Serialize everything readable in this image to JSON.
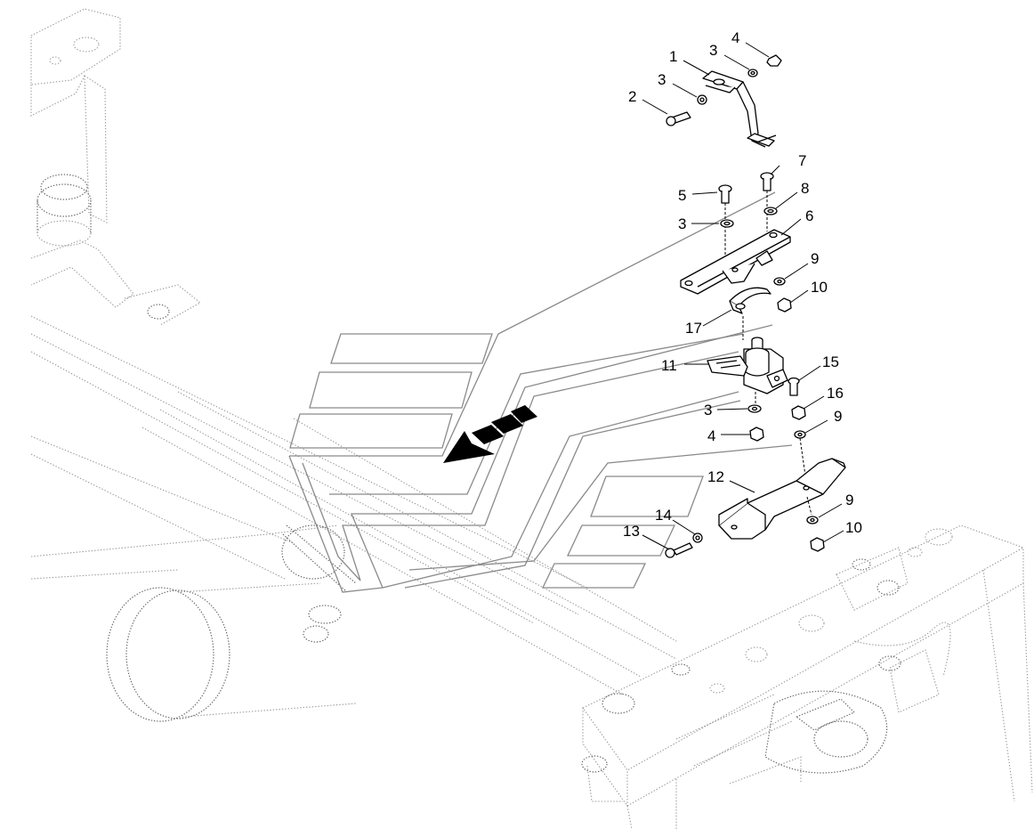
{
  "callouts": [
    {
      "id": "c1",
      "label": "1"
    },
    {
      "id": "c2",
      "label": "2"
    },
    {
      "id": "c3a",
      "label": "3"
    },
    {
      "id": "c3b",
      "label": "3"
    },
    {
      "id": "c4a",
      "label": "4"
    },
    {
      "id": "c5",
      "label": "5"
    },
    {
      "id": "c3c",
      "label": "3"
    },
    {
      "id": "c7",
      "label": "7"
    },
    {
      "id": "c8",
      "label": "8"
    },
    {
      "id": "c6",
      "label": "6"
    },
    {
      "id": "c9a",
      "label": "9"
    },
    {
      "id": "c10a",
      "label": "10"
    },
    {
      "id": "c17",
      "label": "17"
    },
    {
      "id": "c11",
      "label": "11"
    },
    {
      "id": "c15",
      "label": "15"
    },
    {
      "id": "c16",
      "label": "16"
    },
    {
      "id": "c9b",
      "label": "9"
    },
    {
      "id": "c3d",
      "label": "3"
    },
    {
      "id": "c4b",
      "label": "4"
    },
    {
      "id": "c12",
      "label": "12"
    },
    {
      "id": "c9c",
      "label": "9"
    },
    {
      "id": "c14",
      "label": "14"
    },
    {
      "id": "c13",
      "label": "13"
    },
    {
      "id": "c10b",
      "label": "10"
    }
  ]
}
